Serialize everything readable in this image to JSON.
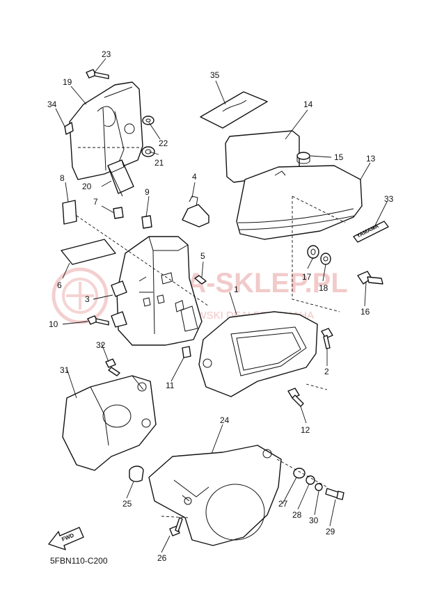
{
  "diagram_code": "5FBN110-C200",
  "fwd_label": "FWD",
  "emblem_text": "YAMAHA",
  "watermark": {
    "main": "YAMA-SKLEP.PL",
    "sub": "WOJUCHOWSKI DEALER YAMAHA"
  },
  "callouts": [
    "1",
    "2",
    "3",
    "4",
    "5",
    "6",
    "7",
    "8",
    "9",
    "10",
    "11",
    "12",
    "13",
    "14",
    "15",
    "16",
    "17",
    "18",
    "19",
    "20",
    "21",
    "22",
    "23",
    "24",
    "25",
    "26",
    "27",
    "28",
    "29",
    "30",
    "31",
    "32",
    "33",
    "34",
    "35"
  ],
  "colors": {
    "line": "#111111",
    "watermark": "#e9a0a0"
  }
}
